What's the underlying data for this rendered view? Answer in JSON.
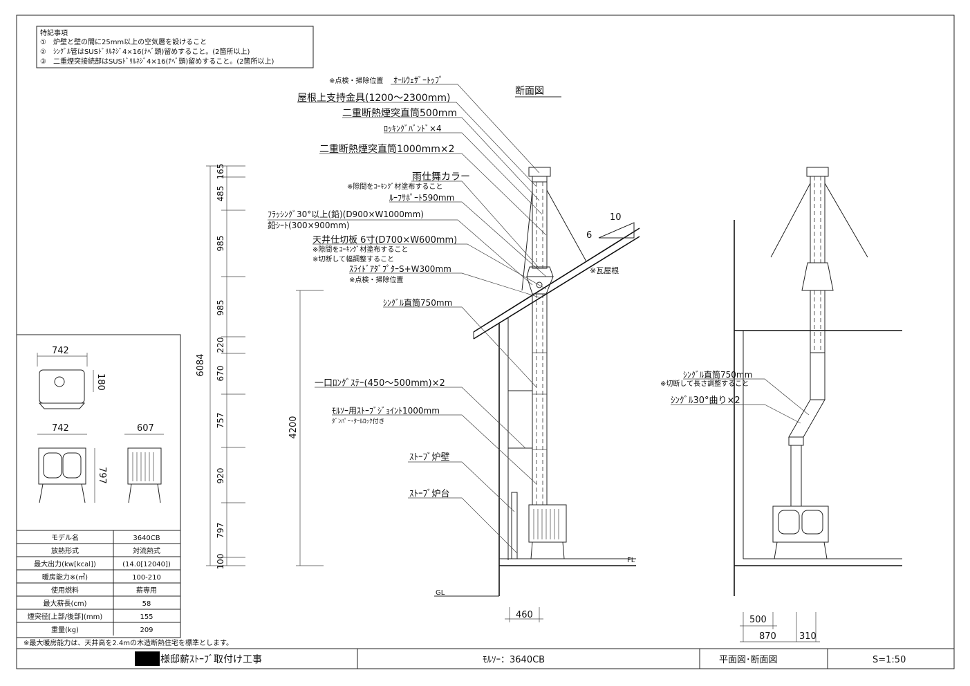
{
  "notes": {
    "heading": "特記事項",
    "items": [
      "①　炉壁と壁の間に25mm以上の空気層を設けること",
      "②　ｼﾝｸﾞﾙ管はSUSﾄﾞﾘﾙﾈｼﾞ4×16(ﾅﾍﾞ頭)留めすること。(2箇所以上)",
      "③　二重煙突接続部はSUSﾄﾞﾘﾙﾈｼﾞ4×16(ﾅﾍﾞ頭)留めすること。(2箇所以上)"
    ]
  },
  "section_title": "断面図",
  "callouts": {
    "top_note": "※点検・掃除位置",
    "top": "ｵｰﾙｳｪｻﾞｰﾄｯﾌﾟ",
    "support": "屋根上支持金具(1200～2300mm)",
    "pipe500": "二重断熱煙突直筒500mm",
    "band": "ﾛｯｷﾝｸﾞﾊﾞﾝﾄﾞ×4",
    "pipe1000": "二重断熱煙突直筒1000mm×2",
    "collar": "雨仕舞カラー",
    "collar_note": "※隙間をｺｰｷﾝｸﾞ材塗布すること",
    "roof_support": "ﾙｰﾌｻﾎﾟｰﾄ590mm",
    "flashing": "ﾌﾗｯｼﾝｸﾞ30°以上(鉛)(D900×W1000mm)",
    "lead": "鉛ｼｰﾄ(300×900mm)",
    "ceiling": "天井仕切板 6寸(D700×W600mm)",
    "ceiling_note1": "※隙間をｺｰｷﾝｸﾞ材塗布すること",
    "ceiling_note2": "※切断して幅調整すること",
    "adapter": "ｽﾗｲﾄﾞｱﾀﾞﾌﾟﾀｰS+W300mm",
    "adapter_note": "※点検・掃除位置",
    "single750": "ｼﾝｸﾞﾙ直筒750mm",
    "stay": "一口ﾛﾝｸﾞｽﾃｰ(450～500mm)×2",
    "joint": "ﾓﾙｿｰ用ｽﾄｰﾌﾞｼﾞｮｲﾝﾄ1000mm",
    "joint_note": "ﾀﾞﾝﾊﾟｰ･ﾀｰﾙﾛｯｸ付き",
    "wall": "ｽﾄｰﾌﾞ炉壁",
    "hearth": "ｽﾄｰﾌﾞ炉台",
    "roof_type": "※瓦屋根",
    "slope_run": "10",
    "slope_rise": "6",
    "fl": "FL",
    "gl": "GL",
    "right_single": "ｼﾝｸﾞﾙ直筒750mm",
    "right_single_note": "※切断して長さ調整すること",
    "elbow": "ｼﾝｸﾞﾙ30°曲り×2"
  },
  "dims": {
    "total": "6084",
    "segments": [
      "165",
      "485",
      "985",
      "985",
      "220",
      "670",
      "757",
      "920",
      "797",
      "100"
    ],
    "height4200": "4200",
    "offset460": "460",
    "plan500": "500",
    "plan870": "870",
    "plan310": "310"
  },
  "stove_views": {
    "top_w": "742",
    "top_d": "180",
    "front_w": "742",
    "side_w": "607",
    "height": "797"
  },
  "spec_table": [
    {
      "label": "モデル名",
      "value": "3640CB"
    },
    {
      "label": "放熱形式",
      "value": "対流熱式"
    },
    {
      "label": "最大出力(kw[kcal])",
      "value": "(14.0[12040])"
    },
    {
      "label": "暖房能力※(㎡)",
      "value": "100-210"
    },
    {
      "label": "使用燃料",
      "value": "薪専用"
    },
    {
      "label": "最大薪長(cm)",
      "value": "58"
    },
    {
      "label": "煙突径[上部/後部](mm)",
      "value": "155"
    },
    {
      "label": "重量(kg)",
      "value": "209"
    }
  ],
  "footnote": "※最大暖房能力は、天井高を2.4mの木造断熱住宅を標準とします。",
  "title_block": {
    "project": "様邸薪ｽﾄｰﾌﾞ取付け工事",
    "model": "ﾓﾙｿｰ：3640CB",
    "drawing": "平面図･断面図",
    "scale": "S=1:50"
  }
}
